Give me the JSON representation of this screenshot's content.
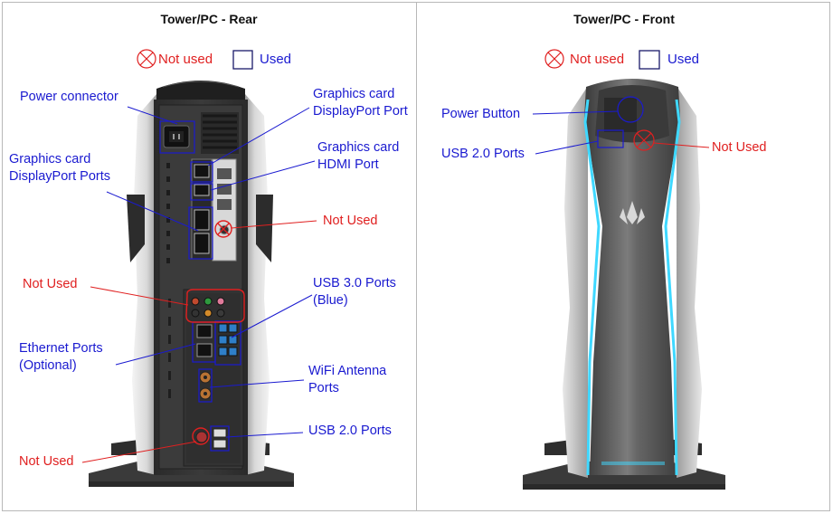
{
  "rear": {
    "title": "Tower/PC - Rear",
    "legend": {
      "not_used": "Not used",
      "used": "Used"
    },
    "labels": {
      "power_connector": "Power connector",
      "gpu_dp_port": [
        "Graphics card",
        "DisplayPort Port"
      ],
      "gpu_dp_ports": [
        "Graphics card",
        "DisplayPort Ports"
      ],
      "gpu_hdmi": [
        "Graphics card",
        "HDMI Port"
      ],
      "not_used_gpu": "Not Used",
      "not_used_audio": "Not Used",
      "usb3": [
        "USB 3.0 Ports",
        "(Blue)"
      ],
      "ethernet": [
        "Ethernet Ports",
        "(Optional)"
      ],
      "wifi": [
        "WiFi Antenna",
        "Ports"
      ],
      "usb2": "USB 2.0 Ports",
      "not_used_bottom": "Not Used"
    }
  },
  "front": {
    "title": "Tower/PC - Front",
    "legend": {
      "not_used": "Not used",
      "used": "Used"
    },
    "labels": {
      "power_button": "Power Button",
      "usb2": "USB 2.0 Ports",
      "not_used": "Not Used"
    }
  },
  "colors": {
    "used": "#1a1ad0",
    "not_used": "#e02020",
    "led": "#3fd8ff"
  }
}
